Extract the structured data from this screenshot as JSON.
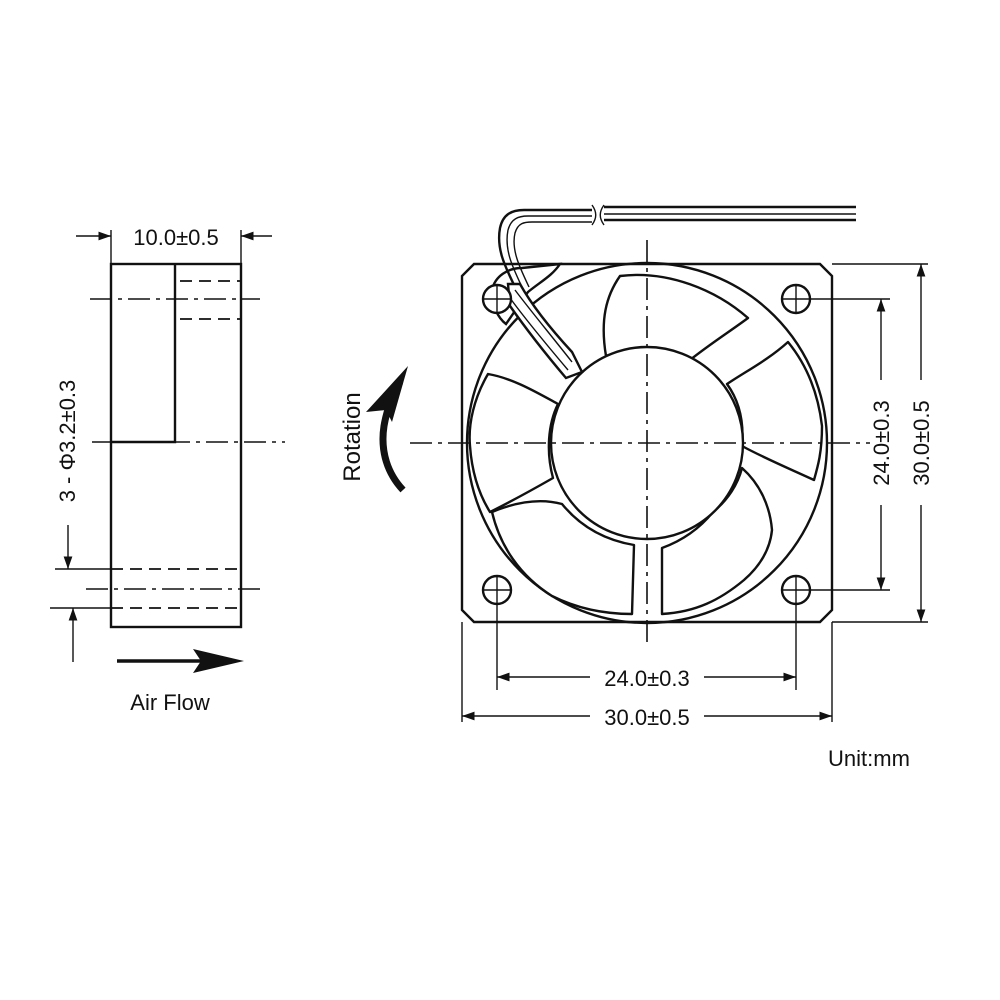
{
  "side_view": {
    "width_dim": "10.0±0.5",
    "hole_dim": "3 - Φ3.2±0.3",
    "airflow_label": "Air Flow"
  },
  "front_view": {
    "rotation_label": "Rotation",
    "hole_spacing_h": "24.0±0.3",
    "overall_width": "30.0±0.5",
    "hole_spacing_v": "24.0±0.3",
    "overall_height": "30.0±0.5"
  },
  "unit_label": "Unit:mm"
}
